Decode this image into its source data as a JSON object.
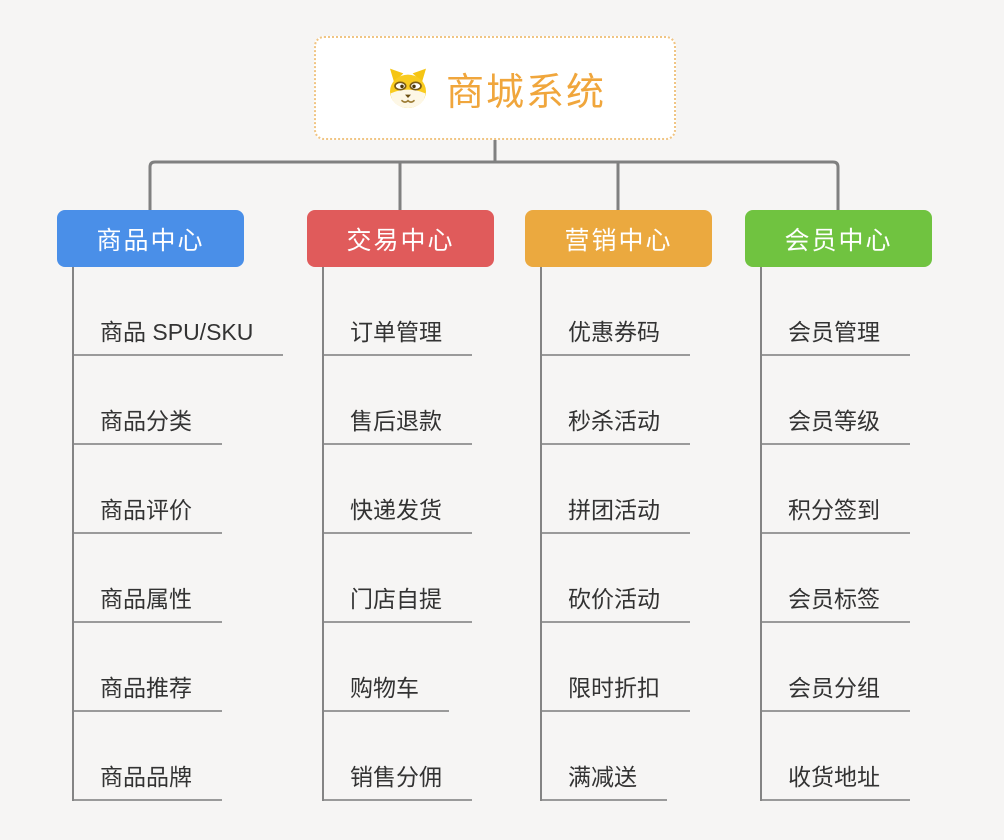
{
  "page": {
    "background": "#f6f5f4",
    "connector_color": "#808080"
  },
  "root": {
    "title": "商城系统",
    "title_color": "#f0a63c",
    "border_color": "#f0c584",
    "icon": "dog-icon"
  },
  "branches": [
    {
      "label": "商品中心",
      "color": "#4a8fe8",
      "items": [
        "商品 SPU/SKU",
        "商品分类",
        "商品评价",
        "商品属性",
        "商品推荐",
        "商品品牌"
      ]
    },
    {
      "label": "交易中心",
      "color": "#e05b5b",
      "items": [
        "订单管理",
        "售后退款",
        "快递发货",
        "门店自提",
        "购物车",
        "销售分佣"
      ]
    },
    {
      "label": "营销中心",
      "color": "#eba93f",
      "items": [
        "优惠券码",
        "秒杀活动",
        "拼团活动",
        "砍价活动",
        "限时折扣",
        "满减送"
      ]
    },
    {
      "label": "会员中心",
      "color": "#70c340",
      "items": [
        "会员管理",
        "会员等级",
        "积分签到",
        "会员标签",
        "会员分组",
        "收货地址"
      ]
    }
  ]
}
